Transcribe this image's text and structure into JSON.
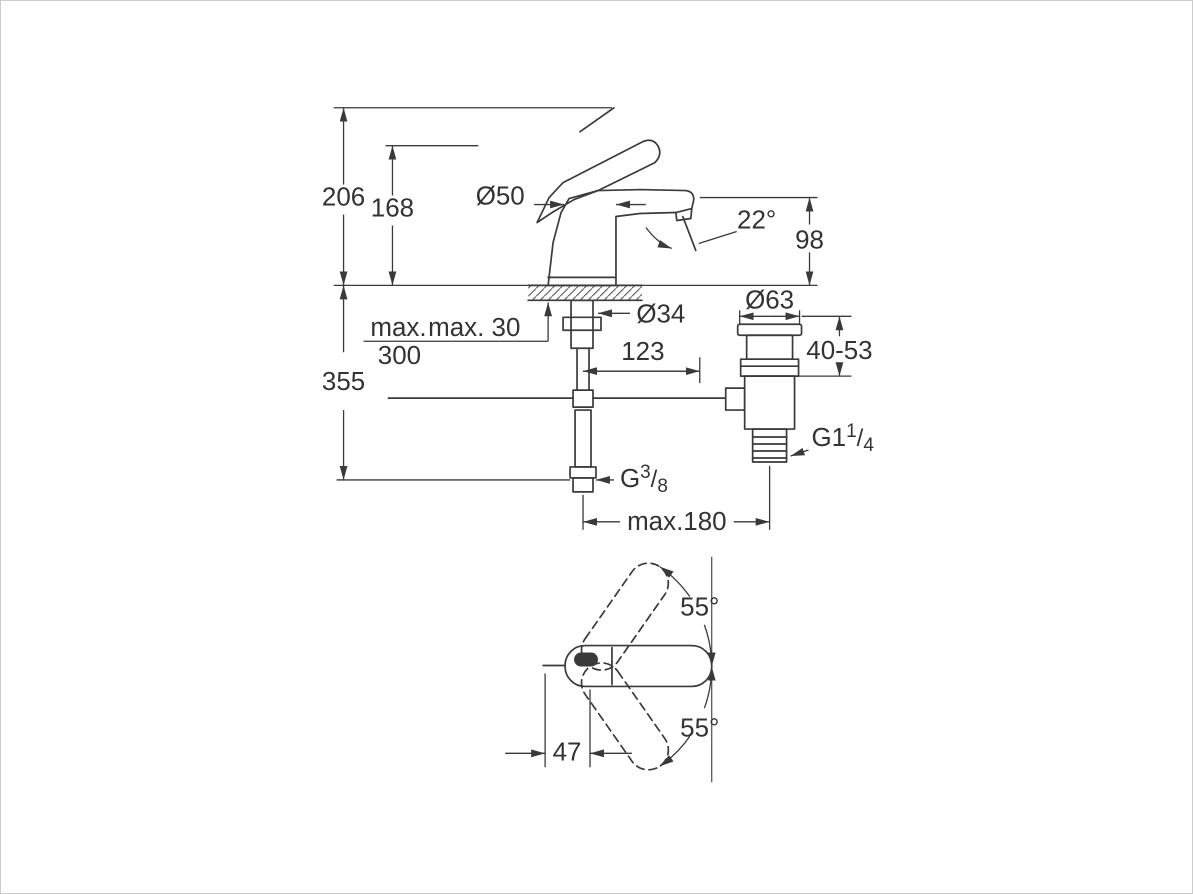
{
  "page": {
    "background": "#ffffff",
    "border_color": "#cccccc"
  },
  "drawing": {
    "line_color": "#3a3a3a",
    "text_color": "#333333",
    "side_view": {
      "overall_height": "206",
      "handle_height": "168",
      "body_diameter": "Ø50",
      "spout_angle": "22°",
      "spout_height": "98",
      "hose_max_line1": "max.",
      "hose_max_line2": "300",
      "deck_max_thickness": "max. 30",
      "shank_diameter": "Ø34",
      "waste_flange_diameter": "Ø63",
      "waste_height_range": "40-53",
      "center_to_rod": "123",
      "overall_depth": "355",
      "supply_thread_base": "G",
      "supply_thread_num": "3",
      "supply_thread_slash": "/",
      "supply_thread_den": "8",
      "waste_thread_base": "G1",
      "waste_thread_num": "1",
      "waste_thread_slash": "/",
      "waste_thread_den": "4",
      "rod_max_length": "max.180"
    },
    "top_view": {
      "swing_angle_up": "55°",
      "swing_angle_down": "55°",
      "handle_front_offset": "47"
    }
  }
}
